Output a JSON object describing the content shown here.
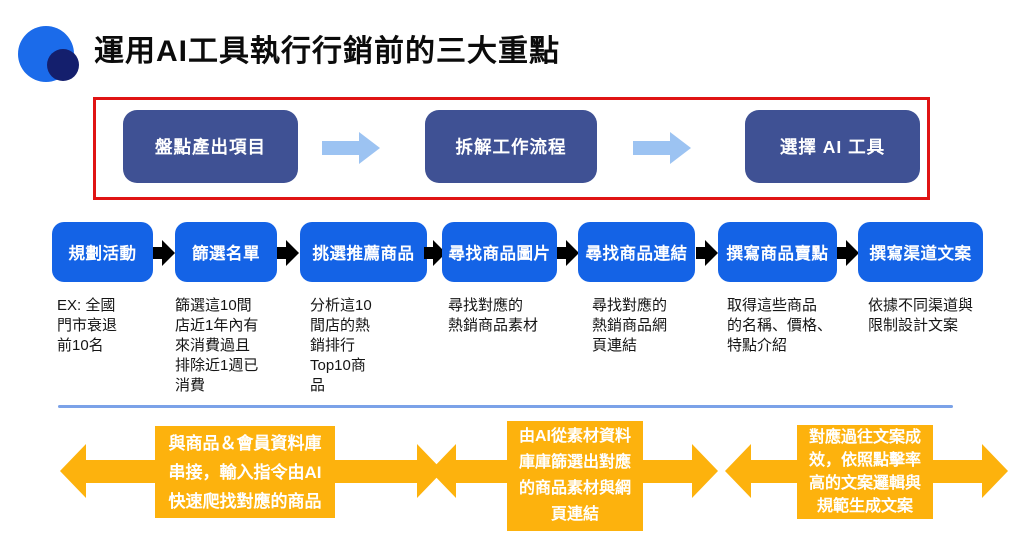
{
  "slide": {
    "title": "運用AI工具執行行銷前的三大重點"
  },
  "top_flow": {
    "steps": [
      {
        "label": "盤點產出項目"
      },
      {
        "label": "拆解工作流程"
      },
      {
        "label": "選擇 AI 工具"
      }
    ]
  },
  "main_flow": {
    "steps": [
      {
        "label": "規劃活動",
        "description": "EX: 全國\n門市衰退\n前10名"
      },
      {
        "label": "篩選名單",
        "description": "篩選這10間\n店近1年內有\n來消費過且\n排除近1週已\n消費"
      },
      {
        "label": "挑選推薦商品",
        "description": "分析這10\n間店的熱\n銷排行\nTop10商\n品"
      },
      {
        "label": "尋找商品圖片",
        "description": "尋找對應的\n熱銷商品素材"
      },
      {
        "label": "尋找商品連結",
        "description": "尋找對應的\n熱銷商品網\n頁連結"
      },
      {
        "label": "撰寫商品賣點",
        "description": "取得這些商品\n的名稱、價格、\n特點介紹"
      },
      {
        "label": "撰寫渠道文案",
        "description": "依據不同渠道與\n限制設計文案"
      }
    ]
  },
  "bottom_notes": [
    {
      "text": "與商品＆會員資料庫\n串接，輸入指令由AI\n快速爬找對應的商品"
    },
    {
      "text": "由AI從素材資料\n庫庫篩選出對應\n的商品素材與網\n頁連結"
    },
    {
      "text": "對應過往文案成\n效，依照點擊率\n高的文案邏輯與\n規範生成文案"
    }
  ],
  "colors": {
    "accent_blue": "#1463e6",
    "dark_blue": "#3f5194",
    "light_blue_arrow": "#9cc3f2",
    "yellow": "#fdb20d",
    "red_frame": "#e01414",
    "divider": "#7ba2e8",
    "logo_primary": "#1b6bea",
    "logo_dark": "#141f6d"
  }
}
